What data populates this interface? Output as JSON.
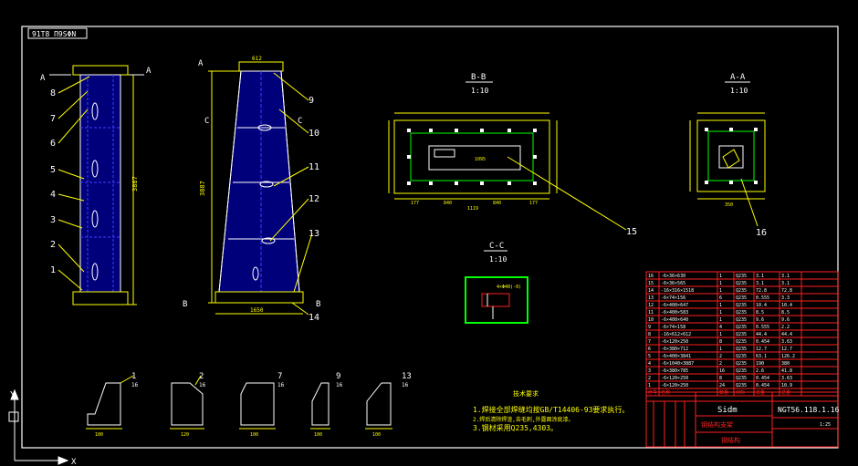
{
  "drawing_number_tag": "91T8 Π9SΦN",
  "sections": {
    "bb": {
      "title": "B-B",
      "scale": "1:10"
    },
    "aa": {
      "title": "A-A",
      "scale": "1:10"
    },
    "cc": {
      "title": "C-C",
      "scale": "1:10"
    }
  },
  "balloons": [
    "1",
    "2",
    "3",
    "4",
    "5",
    "6",
    "7",
    "8",
    "9",
    "10",
    "11",
    "12",
    "13",
    "14",
    "15",
    "16"
  ],
  "section_marks": {
    "a": "A",
    "b": "B",
    "c": "C"
  },
  "dims": {
    "front_height": "3887",
    "side_height": "3887",
    "bb_total": "1119",
    "bb_seg1": "177",
    "bb_seg2": "840",
    "bb_seg3": "840",
    "bb_seg4": "177",
    "bb_hole": "1095",
    "aa_total": "350",
    "cc_dim": "4×Φ40(-0)",
    "top_w": "612",
    "base_w": "1650"
  },
  "details": [
    {
      "n": "1",
      "sub": "16",
      "d1": "100"
    },
    {
      "n": "2",
      "sub": "16",
      "d1": "120"
    },
    {
      "n": "7",
      "sub": "16",
      "d1": "100"
    },
    {
      "n": "9",
      "sub": "16",
      "d1": "100"
    },
    {
      "n": "13",
      "sub": "16",
      "d1": "100"
    }
  ],
  "notes": {
    "title": "技术要求",
    "lines": [
      "1.焊接全部焊缝均按GB/T14406-93要求执行。",
      "2.焊后清除焊渣,去毛刺,外露面涂底漆。",
      "3.钢材采用Q235,4303。"
    ]
  },
  "bom": {
    "rows": [
      [
        "16",
        "-6×36×630",
        "1",
        "Q235",
        "3.1",
        "3.1"
      ],
      [
        "15",
        "-6×36×565",
        "1",
        "Q235",
        "3.1",
        "3.1"
      ],
      [
        "14",
        "-16×316×1518",
        "1",
        "Q235",
        "72.8",
        "72.8"
      ],
      [
        "13",
        "-6×74×156",
        "6",
        "Q235",
        "0.555",
        "3.3"
      ],
      [
        "12",
        "-6×400×647",
        "1",
        "Q235",
        "10.4",
        "10.4"
      ],
      [
        "11",
        "-6×400×583",
        "1",
        "Q235",
        "8.5",
        "8.5"
      ],
      [
        "10",
        "-6×400×640",
        "1",
        "Q235",
        "9.6",
        "9.6"
      ],
      [
        "9",
        "-6×74×158",
        "4",
        "Q235",
        "0.555",
        "2.2"
      ],
      [
        "8",
        "-16×612×612",
        "1",
        "Q235",
        "44.4",
        "44.4"
      ],
      [
        "7",
        "-6×120×250",
        "8",
        "Q235",
        "0.454",
        "3.63"
      ],
      [
        "6",
        "-6×380×712",
        "1",
        "Q235",
        "12.7",
        "12.7"
      ],
      [
        "5",
        "-6×400×3841",
        "2",
        "Q235",
        "63.1",
        "126.2"
      ],
      [
        "4",
        "-6×1040×3887",
        "2",
        "Q235",
        "190",
        "380"
      ],
      [
        "3",
        "-6×380×785",
        "16",
        "Q235",
        "2.6",
        "41.8"
      ],
      [
        "2",
        "-6×120×250",
        "8",
        "Q235",
        "0.454",
        "3.63"
      ],
      [
        "1",
        "-6×120×250",
        "24",
        "Q235",
        "0.454",
        "10.9"
      ]
    ],
    "header": [
      "序号",
      "名称",
      "数量",
      "材料",
      "单重",
      "总重"
    ]
  },
  "title_block": {
    "name": "Sidm",
    "part": "钢结构支架",
    "drawing_no": "NGT56.118.1.16",
    "weight": "1:25",
    "company": "钢结构"
  },
  "ucs": {
    "x": "X",
    "y": "Y"
  }
}
